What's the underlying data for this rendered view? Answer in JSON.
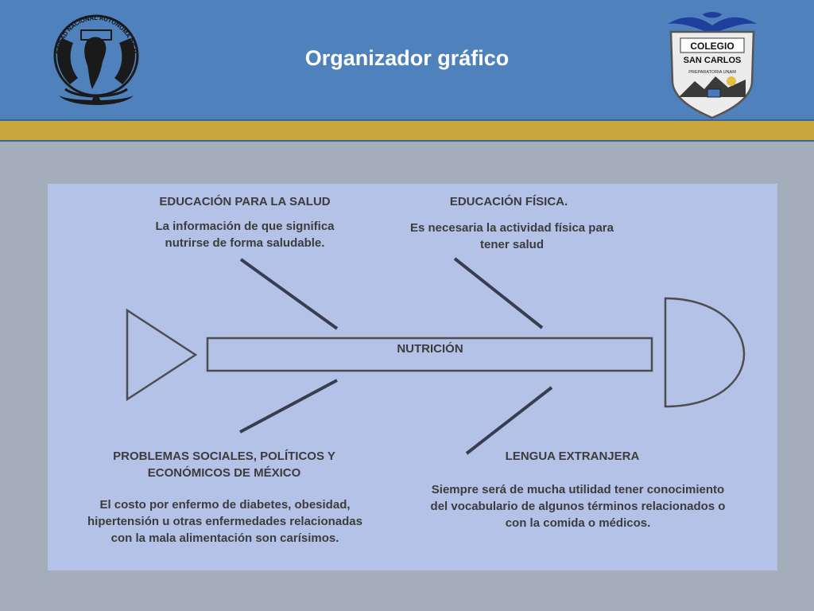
{
  "header": {
    "title": "Organizador gráfico",
    "left_logo_text": "UNIVERSIDAD NACIONAL AUTÓNOMA DE MÉXICO",
    "right_logo": {
      "line1": "COLEGIO",
      "line2": "SAN CARLOS",
      "line3": "PREPARATORIA UNAM"
    }
  },
  "colors": {
    "header_bg": "#4f81bd",
    "accent_bar": "#c9a73c",
    "page_bg": "#a4aebb",
    "panel_bg": "#b4c2e8",
    "text": "#3c3c3c"
  },
  "diagram": {
    "spine_label": "NUTRICIÓN",
    "top_left": {
      "heading": "EDUCACIÓN PARA LA SALUD",
      "body": "La información de que significa nutrirse de forma saludable."
    },
    "top_right": {
      "heading": "EDUCACIÓN FÍSICA.",
      "body": "Es necesaria la actividad física para tener salud"
    },
    "bottom_left": {
      "heading": "PROBLEMAS SOCIALES, POLÍTICOS Y ECONÓMICOS DE MÉXICO",
      "body": "El costo por enfermo de diabetes, obesidad, hipertensión u otras enfermedades relacionadas con la mala alimentación son carísimos."
    },
    "bottom_right": {
      "heading": "LENGUA EXTRANJERA",
      "body": "Siempre será de mucha utilidad tener conocimiento del vocabulario de algunos términos relacionados o con la comida o médicos."
    }
  }
}
